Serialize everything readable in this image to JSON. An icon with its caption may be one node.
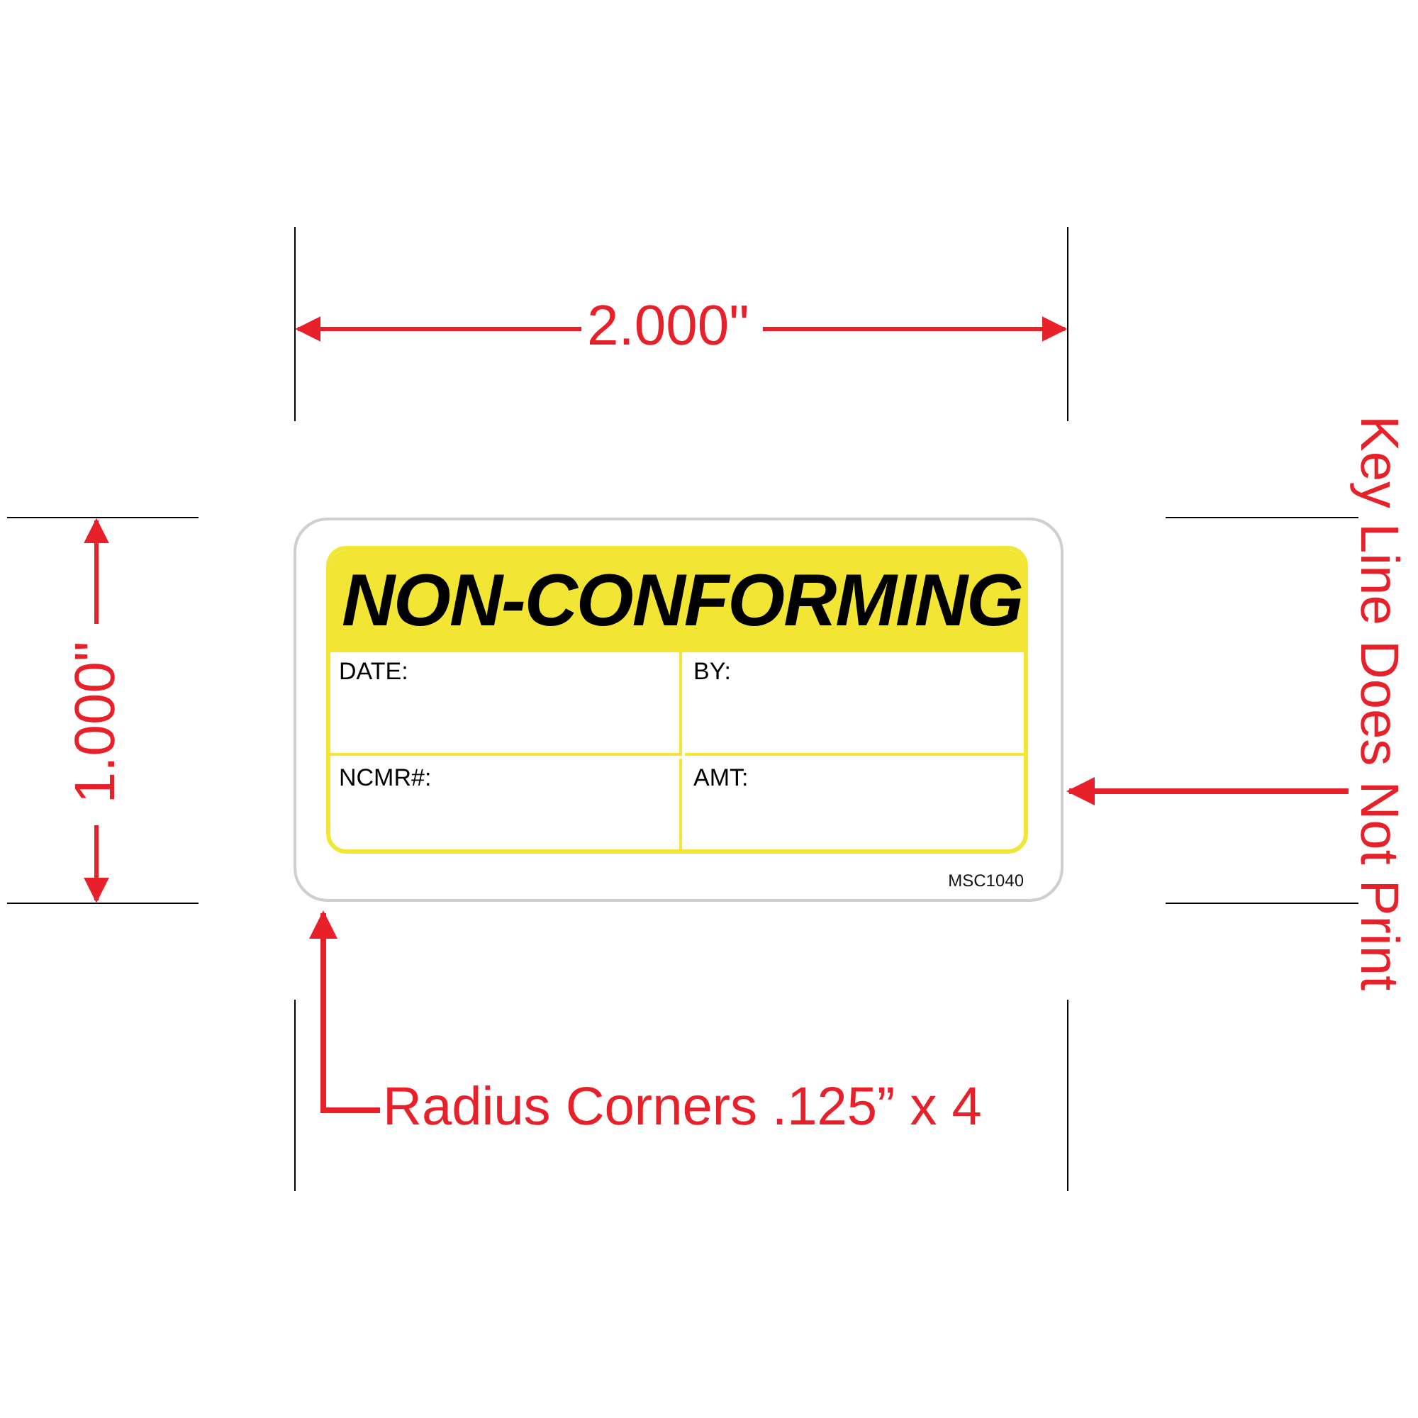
{
  "diagram": {
    "nodes": [
      {
        "text": [
          "MSC1040"
        ]
      },
      {
        "text": [
          "NON-CONFORMING"
        ],
        "in": 0
      },
      {
        "text": [
          "DATE:"
        ],
        "in": 1
      },
      {
        "text": [
          "BY:"
        ],
        "in": 1
      },
      {
        "text": [
          "NCMR#:"
        ],
        "in": 1
      },
      {
        "text": [
          "AMT:"
        ],
        "in": 1
      },
      {
        "text": [
          "Key Line Does Not Print"
        ]
      },
      {
        "text": [
          "Radius Corners .125” x 4"
        ]
      }
    ],
    "edges": [
      {
        "from": 6,
        "to": 0,
        "arrow": "to"
      },
      {
        "from": 7,
        "to": 0,
        "arrow": "to"
      }
    ],
    "labels": [
      "2.000\"",
      "1.000\""
    ]
  }
}
